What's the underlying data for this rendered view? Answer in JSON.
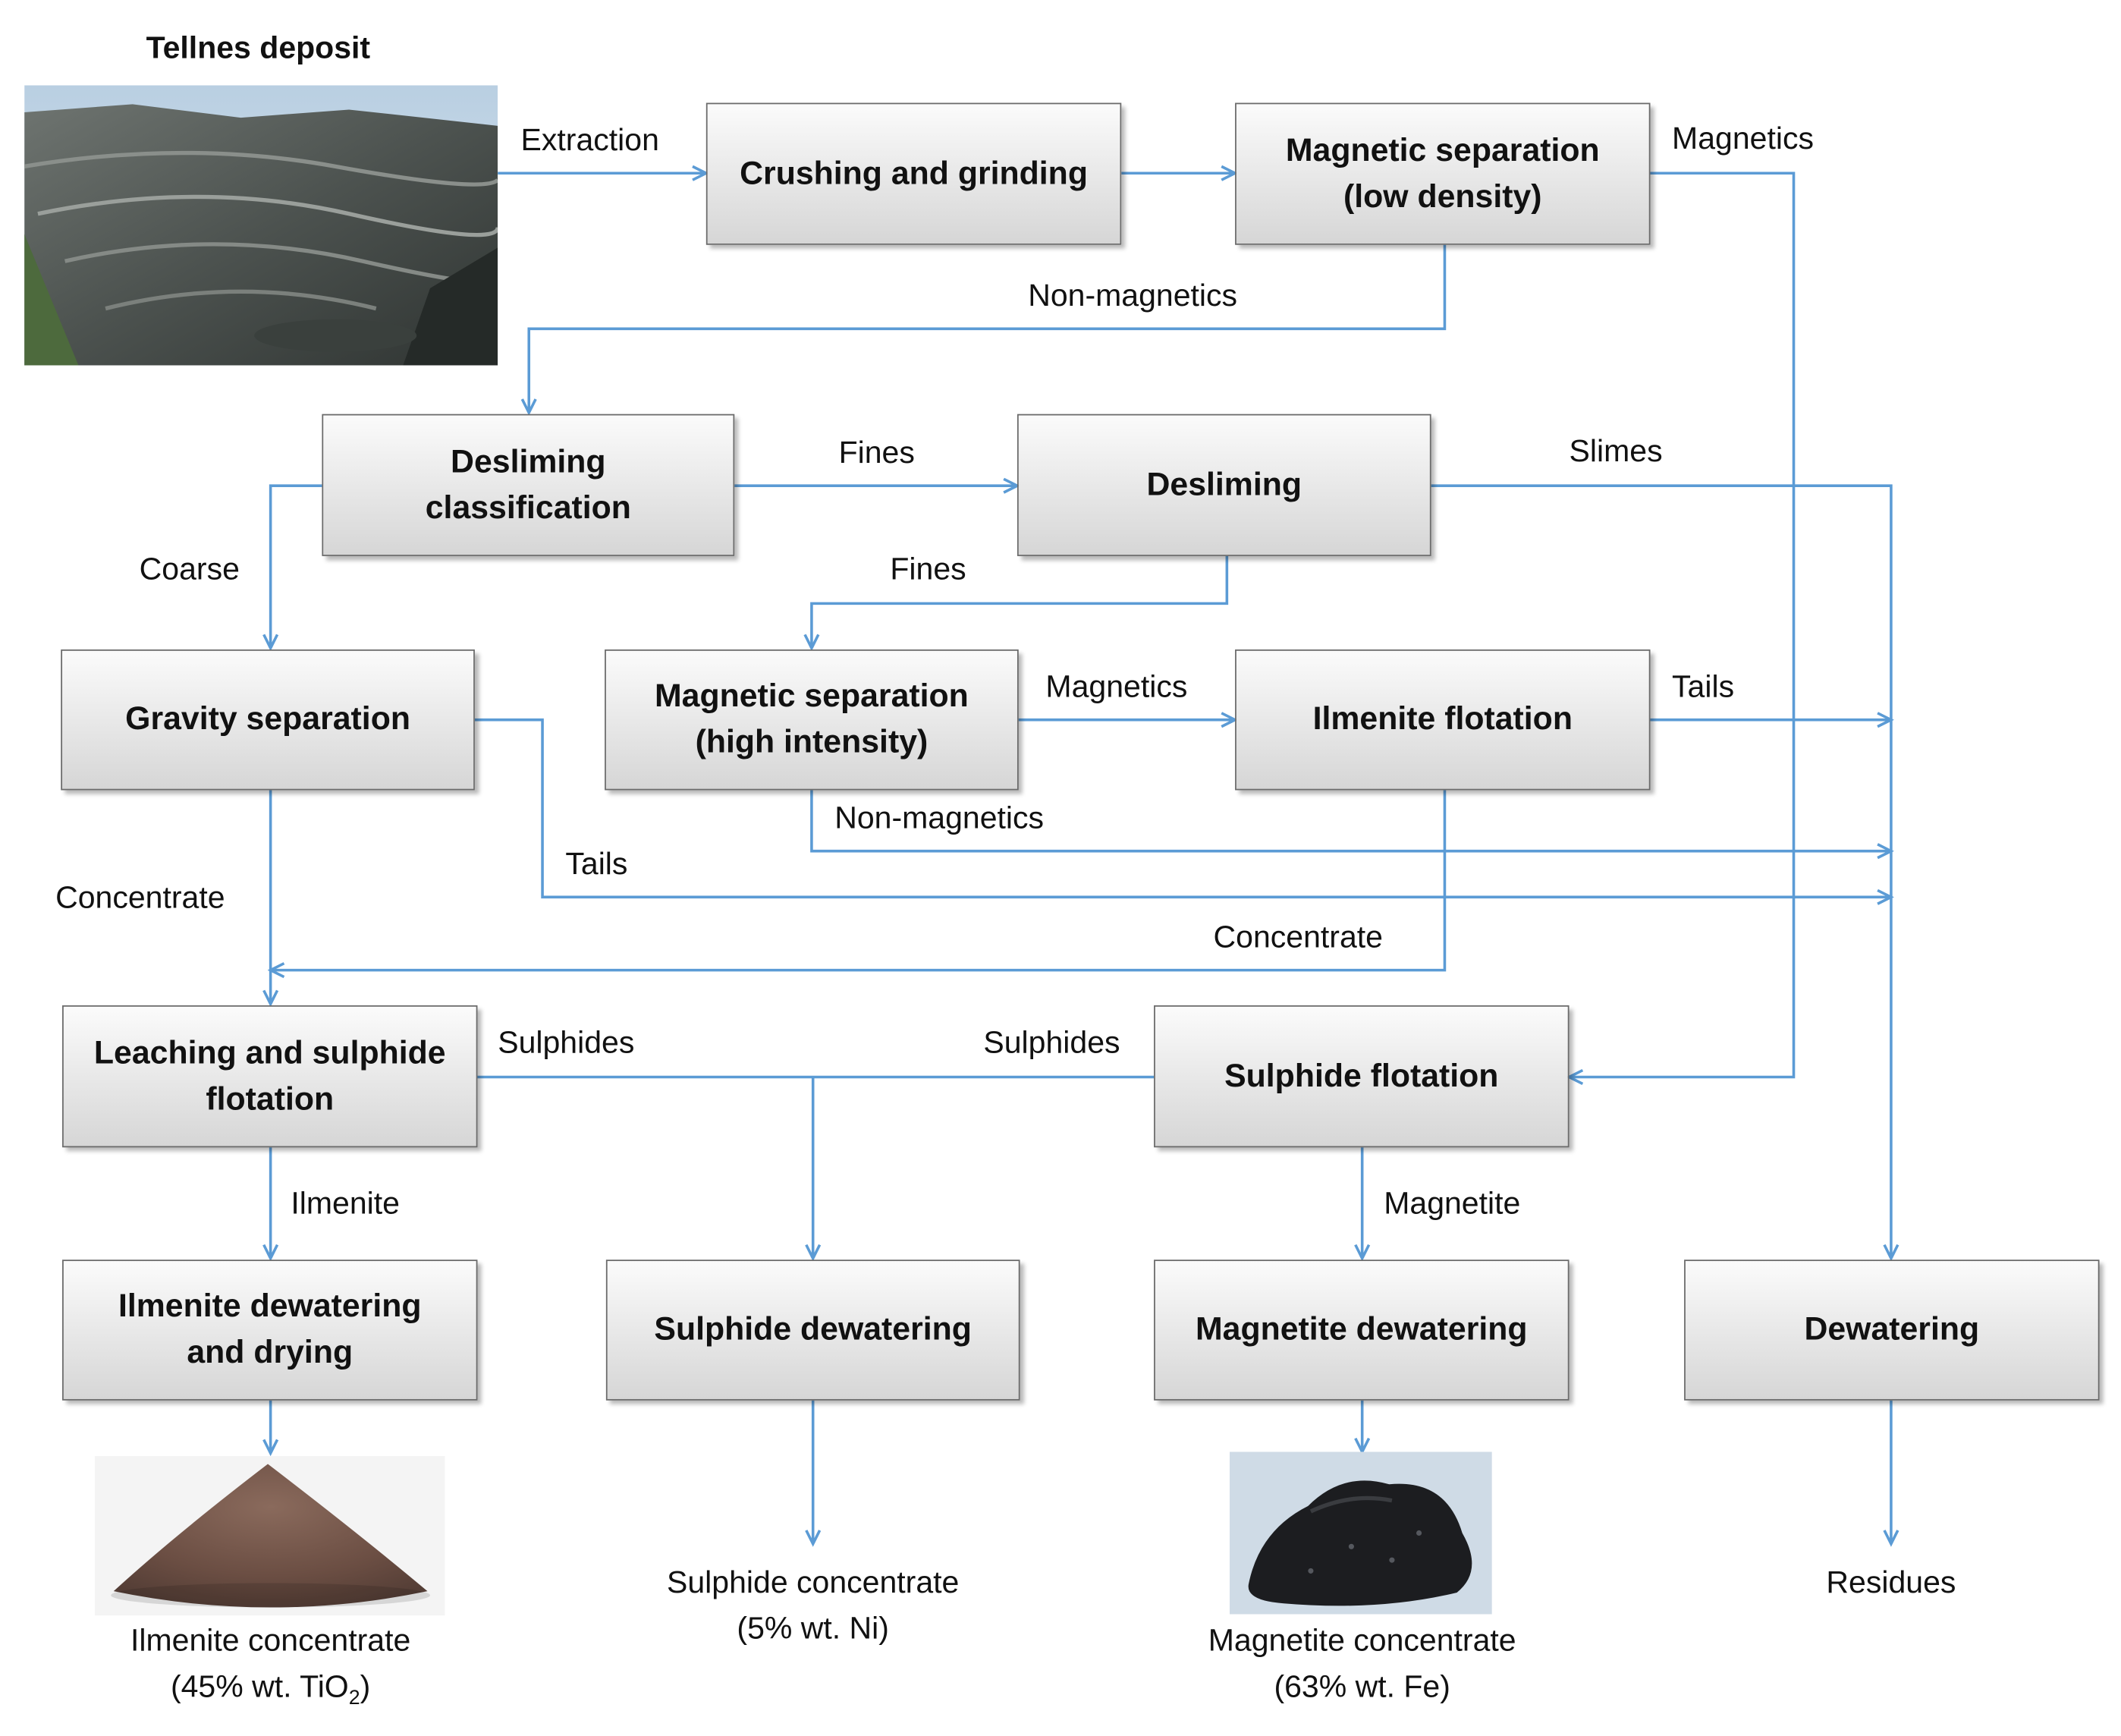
{
  "deposit": {
    "title": "Tellnes deposit",
    "photo": "open-pit-mine-photo"
  },
  "boxes": {
    "crushing": "Crushing and grinding",
    "mag_low": "Magnetic separation\n(low density)",
    "desliming_class": "Desliming\nclassification",
    "desliming": "Desliming",
    "gravity": "Gravity separation",
    "mag_high": "Magnetic separation\n(high intensity)",
    "ilmenite_flot": "Ilmenite flotation",
    "leaching": "Leaching and sulphide\nflotation",
    "sulphide_flot": "Sulphide flotation",
    "ilm_dewater": "Ilmenite dewatering\nand drying",
    "sulph_dewater": "Sulphide dewatering",
    "magn_dewater": "Magnetite dewatering",
    "dewatering": "Dewatering"
  },
  "labels": {
    "extraction": "Extraction",
    "magnetics_top": "Magnetics",
    "non_magnetics_top": "Non-magnetics",
    "fines_1": "Fines",
    "slimes": "Slimes",
    "coarse": "Coarse",
    "fines_2": "Fines",
    "magnetics_mid": "Magnetics",
    "tails_1": "Tails",
    "non_magnetics_mid": "Non-magnetics",
    "tails_2": "Tails",
    "concentrate_1": "Concentrate",
    "concentrate_2": "Concentrate",
    "sulphides_1": "Sulphides",
    "sulphides_2": "Sulphides",
    "ilmenite": "Ilmenite",
    "magnetite": "Magnetite"
  },
  "outputs": {
    "ilmenite_line1": "Ilmenite concentrate",
    "ilmenite_line2_pre": "(45% wt. TiO",
    "ilmenite_line2_sub": "2",
    "ilmenite_line2_post": ")",
    "ilmenite_photo": "ilmenite-sand-pile-photo",
    "sulphide_line1": "Sulphide concentrate",
    "sulphide_line2": "(5% wt. Ni)",
    "magnetite_line1": "Magnetite concentrate",
    "magnetite_line2": "(63% wt. Fe)",
    "magnetite_photo": "magnetite-powder-photo",
    "residues": "Residues"
  },
  "colors": {
    "connector": "#5b9bd5",
    "box_border": "#6b6b6b"
  }
}
